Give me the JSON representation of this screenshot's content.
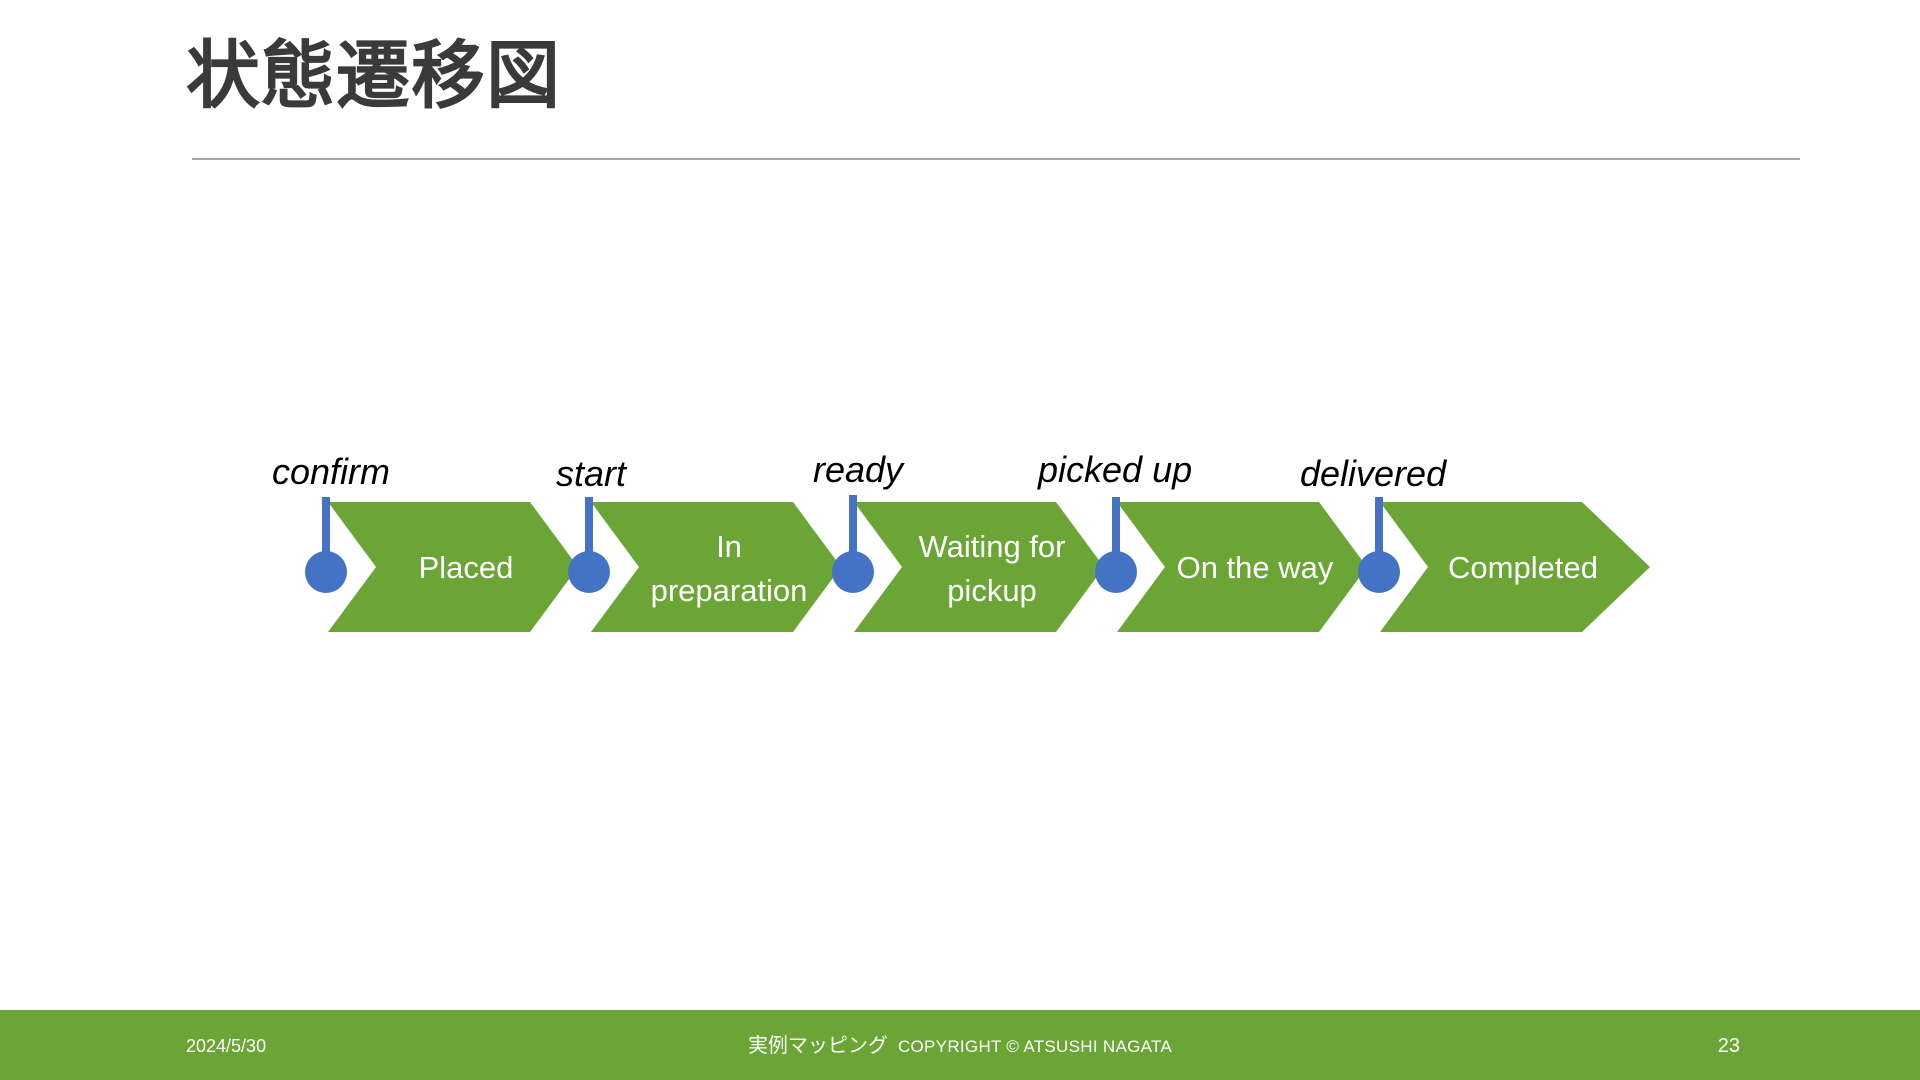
{
  "slide": {
    "title": "状態遷移図",
    "background_color": "#ffffff",
    "rule_color": "#a6a6a6"
  },
  "theme": {
    "chevron_green": "#6aa535",
    "marker_blue": "#4472c4",
    "chevron_text_color": "#ffffff",
    "trigger_text_color": "#000000",
    "footer_bar_color": "#6aa535",
    "footer_text_color": "#ffffff",
    "title_color": "#3a3a3a"
  },
  "diagram": {
    "type": "state-transition-chevron-process",
    "states": [
      {
        "label": "Placed",
        "lines": [
          "Placed"
        ]
      },
      {
        "label": "In preparation",
        "lines": [
          "In",
          "preparation"
        ]
      },
      {
        "label": "Waiting for pickup",
        "lines": [
          "Waiting for",
          "pickup"
        ]
      },
      {
        "label": "On the way",
        "lines": [
          "On the way"
        ]
      },
      {
        "label": "Completed",
        "lines": [
          "Completed"
        ]
      }
    ],
    "transitions": [
      {
        "label": "confirm"
      },
      {
        "label": "start"
      },
      {
        "label": "ready"
      },
      {
        "label": "picked up"
      },
      {
        "label": "delivered"
      }
    ]
  },
  "footer": {
    "date": "2024/5/30",
    "center_jp": "実例マッピング",
    "center_copyright": "COPYRIGHT © ATSUSHI NAGATA",
    "page_number": "23"
  }
}
